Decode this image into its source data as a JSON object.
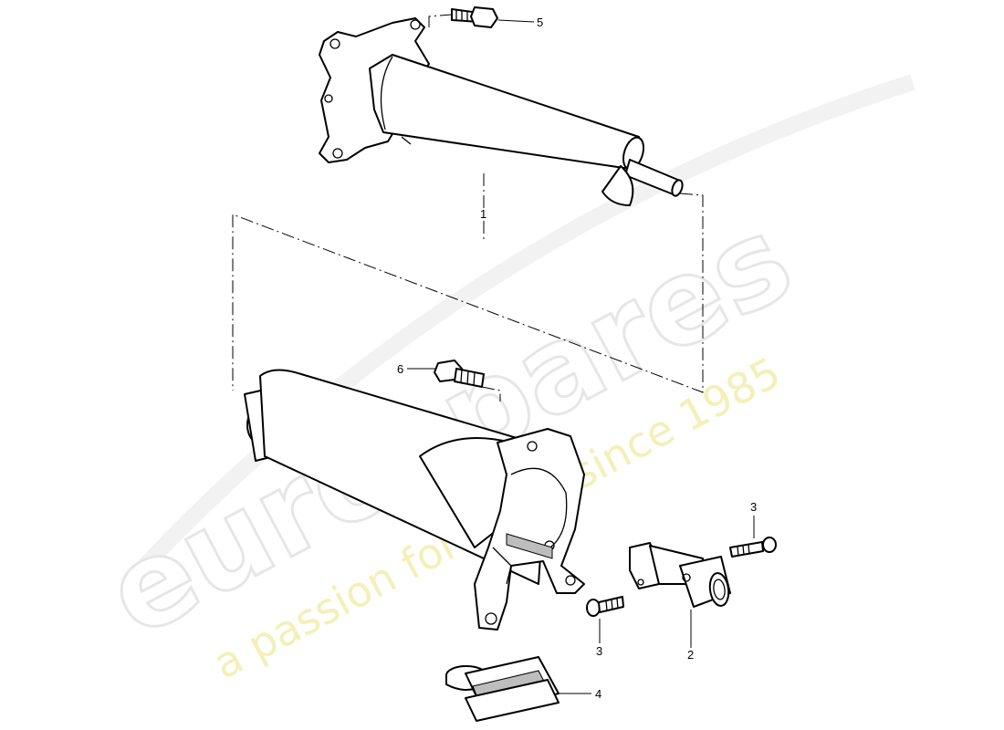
{
  "watermark": {
    "brand": "eurospares",
    "tagline": "a passion for parts since 1985"
  },
  "callouts": {
    "c1": "1",
    "c2": "2",
    "c3a": "3",
    "c3b": "3",
    "c4": "4",
    "c5": "5",
    "c6": "6"
  }
}
